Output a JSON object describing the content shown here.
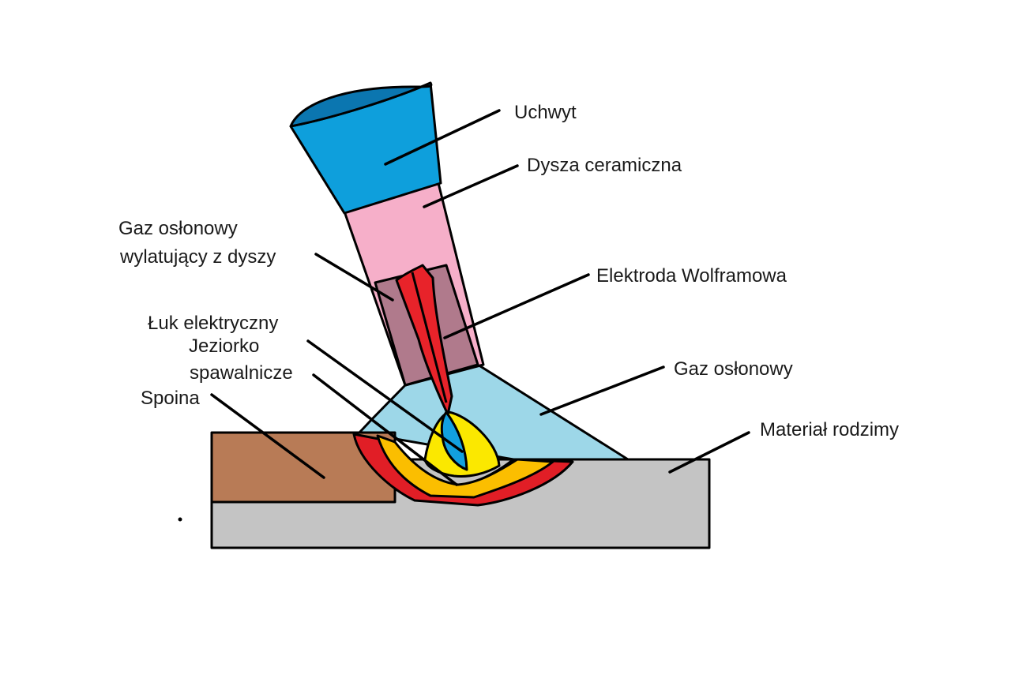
{
  "labels": {
    "uchwyt": "Uchwyt",
    "dysza": "Dysza ceramiczna",
    "gaz_dyszy_1": "Gaz osłonowy",
    "gaz_dyszy_2": "wylatujący z dyszy",
    "elektroda": "Elektroda Wolframowa",
    "luk": "Łuk elektryczny",
    "jeziorko_1": "Jeziorko",
    "jeziorko_2": "spawalnicze",
    "spoina": "Spoina",
    "gaz": "Gaz osłonowy",
    "material": "Materiał rodzimy"
  },
  "colors": {
    "handle": "#0e9fdc",
    "handle_top": "#0b76b0",
    "nozzle": "#f6afc9",
    "gas_nozzle": "#b07a8c",
    "electrode": "#e8232a",
    "shield_gas": "#9dd7e8",
    "arc": "#12a0df",
    "pool_yellow": "#fbe800",
    "pool_orange": "#fbbe00",
    "weld_red": "#e11e26",
    "base_gray": "#c4c4c4",
    "plate_brown": "#b87b56"
  }
}
